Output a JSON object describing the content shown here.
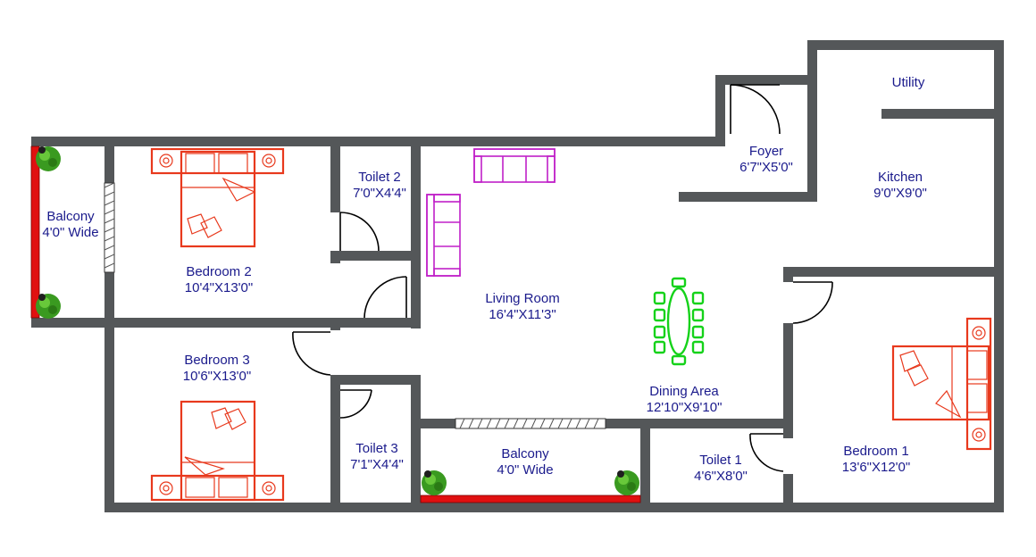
{
  "rooms": {
    "utility": {
      "name": "Utility"
    },
    "foyer": {
      "name": "Foyer",
      "size": "6'7\"X5'0\""
    },
    "kitchen": {
      "name": "Kitchen",
      "size": "9'0\"X9'0\""
    },
    "balcony_left": {
      "name": "Balcony",
      "size": "4'0\" Wide"
    },
    "toilet2": {
      "name": "Toilet 2",
      "size": "7'0\"X4'4\""
    },
    "bedroom2": {
      "name": "Bedroom 2",
      "size": "10'4\"X13'0\""
    },
    "living": {
      "name": "Living Room",
      "size": "16'4\"X11'3\""
    },
    "bedroom3": {
      "name": "Bedroom 3",
      "size": "10'6\"X13'0\""
    },
    "dining": {
      "name": "Dining Area",
      "size": "12'10\"X9'10\""
    },
    "bedroom1": {
      "name": "Bedroom 1",
      "size": "13'6\"X12'0\""
    },
    "toilet3": {
      "name": "Toilet 3",
      "size": "7'1\"X4'4\""
    },
    "balcony_bottom": {
      "name": "Balcony",
      "size": "4'0\" Wide"
    },
    "toilet1": {
      "name": "Toilet 1",
      "size": "4'6\"X8'0\""
    }
  },
  "colors": {
    "wall": "#545759",
    "label": "#1a1a8c",
    "bed_furniture": "#e8391d",
    "sofa": "#c020c8",
    "dining_table": "#15d21a",
    "balcony_rail": "#e01010",
    "plant": "#3a9a20"
  },
  "icons": [
    "bed-icon",
    "sofa-icon",
    "dining-table-icon",
    "plant-icon",
    "door-swing-icon",
    "window-icon"
  ]
}
